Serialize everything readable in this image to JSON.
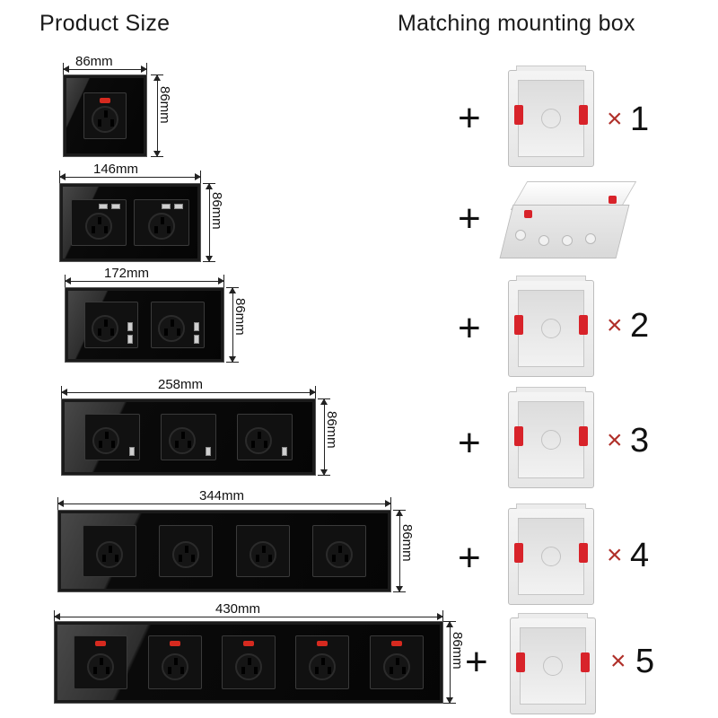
{
  "headings": {
    "product_size": "Product Size",
    "mounting_box": "Matching mounting box"
  },
  "plus_symbol": "+",
  "times_symbol": "×",
  "rows": [
    {
      "width_label": "86mm",
      "height_label": "86mm",
      "quantity": "1",
      "gangs": 1
    },
    {
      "width_label": "146mm",
      "height_label": "86mm",
      "quantity": "",
      "gangs": 2
    },
    {
      "width_label": "172mm",
      "height_label": "86mm",
      "quantity": "2",
      "gangs": 2
    },
    {
      "width_label": "258mm",
      "height_label": "86mm",
      "quantity": "3",
      "gangs": 3
    },
    {
      "width_label": "344mm",
      "height_label": "86mm",
      "quantity": "4",
      "gangs": 4
    },
    {
      "width_label": "430mm",
      "height_label": "86mm",
      "quantity": "5",
      "gangs": 5
    }
  ],
  "colors": {
    "led_red": "#d62a1f",
    "times_red": "#b0302a",
    "panel_black": "#050505",
    "box_white": "#f4f4f4"
  }
}
